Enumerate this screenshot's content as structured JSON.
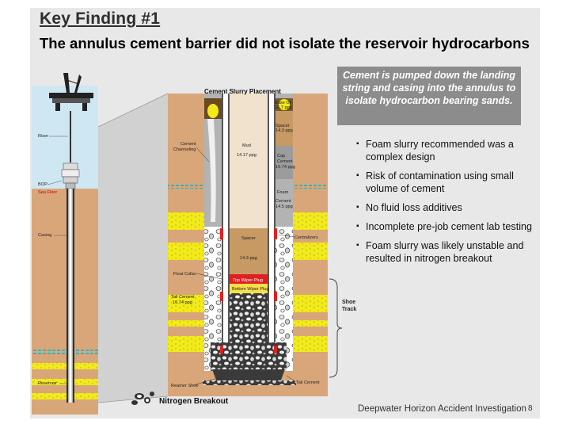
{
  "slide": {
    "title": "Key Finding #1",
    "subtitle": "The annulus cement barrier did not isolate the reservoir hydrocarbons",
    "callout": "Cement is pumped down the landing string and casing into the annulus to isolate hydrocarbon bearing sands.",
    "bullets": [
      "Foam slurry recommended was a complex design",
      "Risk of contamination using small volume of cement",
      "No fluid loss additives",
      "Incomplete pre-job cement lab testing",
      "Foam slurry was likely unstable and resulted in nitrogen breakout"
    ],
    "footer": "Deepwater Horizon Accident Investigation",
    "page_number": "8"
  },
  "well_diagram": {
    "labels": {
      "riser": "Riser",
      "bop": "BOP",
      "sea_floor": "Sea Floor",
      "casing": "Casing",
      "reservoir": "Reservoir"
    }
  },
  "slurry_diagram": {
    "title": "Cement Slurry Placement",
    "labels": {
      "base_oil_1": "Base Oil",
      "base_oil_2": "16.7 ppg",
      "spacer_top_1": "Spacer",
      "spacer_top_2": "14.3 ppg",
      "cap_cement_1": "Cap",
      "cap_cement_2": "Cement",
      "cap_cement_3": "16.74 ppg",
      "foam_cement_1": "Foam",
      "foam_cement_2": "Cement",
      "foam_cement_3": "14.5 ppg",
      "cement_channeling_1": "Cement",
      "cement_channeling_2": "Channeling",
      "mud": "Mud",
      "mud_weight": "14.17 ppg",
      "spacer_inner": "Spacer",
      "spacer_inner_weight": "14.3 ppg",
      "centralizers": "Centralizers",
      "float_collar": "Float Collar",
      "top_wiper_plug": "Top Wiper Plug",
      "bottom_wiper_plug": "Bottom Wiper Plug",
      "tail_cement_left_1": "Tail Cement",
      "tail_cement_left_2": "16.74 ppg",
      "shoe_track_1": "Shoe",
      "shoe_track_2": "Track",
      "reamer_shoe": "Reamer Shoe",
      "tail_cement_right": "Tail Cement"
    },
    "legend": "Nitrogen Breakout"
  },
  "colors": {
    "formation": "#d9a679",
    "sea": "#cfe7f2",
    "sand": "#f2ea1a",
    "cement_gray": "#a9a9a9",
    "mud": "#f1e2cd",
    "spacer": "#c79a63",
    "callout_bg": "#8c8c8c",
    "plug_red": "#e02020"
  }
}
